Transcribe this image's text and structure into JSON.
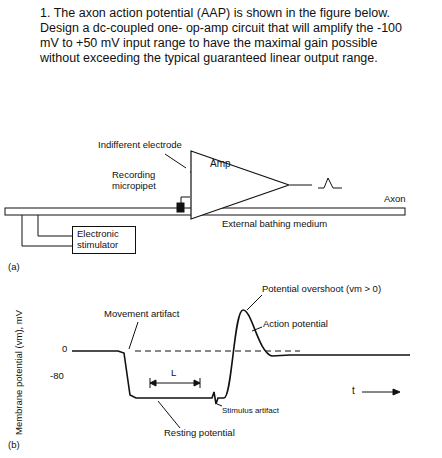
{
  "diagram": {
    "title": "1. The axon action potential (AAP) is shown in the figure below. Design a dc-coupled one- op-amp circuit that will amplify the -100 mV to +50 mV input range to have the maximal gain possible without exceeding the typical guaranteed linear output range.",
    "nodes": [
      {
        "text": [
          "Amp"
        ]
      },
      {
        "text": [
          "Electronic stimulator"
        ]
      }
    ],
    "labels": [
      "Indifferent electrode",
      "Recording micropipet",
      "Axon",
      "External bathing medium",
      "(a)",
      "Potential overshoot (vm > 0)",
      "Movement artifact",
      "Action potential",
      "0",
      "-80",
      "L",
      "Stimulus artifact",
      "Resting potential",
      "Membrane potential (vm), mV",
      "t",
      "(b)"
    ]
  }
}
